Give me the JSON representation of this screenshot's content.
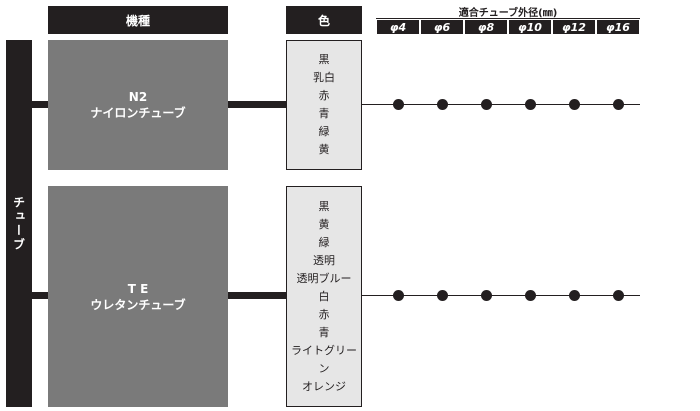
{
  "headers": {
    "model": "機種",
    "color": "色",
    "diameter_title": "適合チューブ外径(㎜)"
  },
  "diameters": [
    "φ4",
    "φ6",
    "φ8",
    "φ10",
    "φ12",
    "φ16"
  ],
  "sidebar_label": "チューブ",
  "rows": [
    {
      "code": "N2",
      "name": "ナイロンチューブ",
      "colors": [
        "黒",
        "乳白",
        "赤",
        "青",
        "緑",
        "黄"
      ],
      "compatible": [
        true,
        true,
        true,
        true,
        true,
        true
      ]
    },
    {
      "code": "T E",
      "name": "ウレタンチューブ",
      "colors": [
        "黒",
        "黄",
        "緑",
        "透明",
        "透明ブルー",
        "白",
        "赤",
        "青",
        "ライトグリーン",
        "オレンジ"
      ],
      "compatible": [
        true,
        true,
        true,
        true,
        true,
        true
      ]
    }
  ]
}
